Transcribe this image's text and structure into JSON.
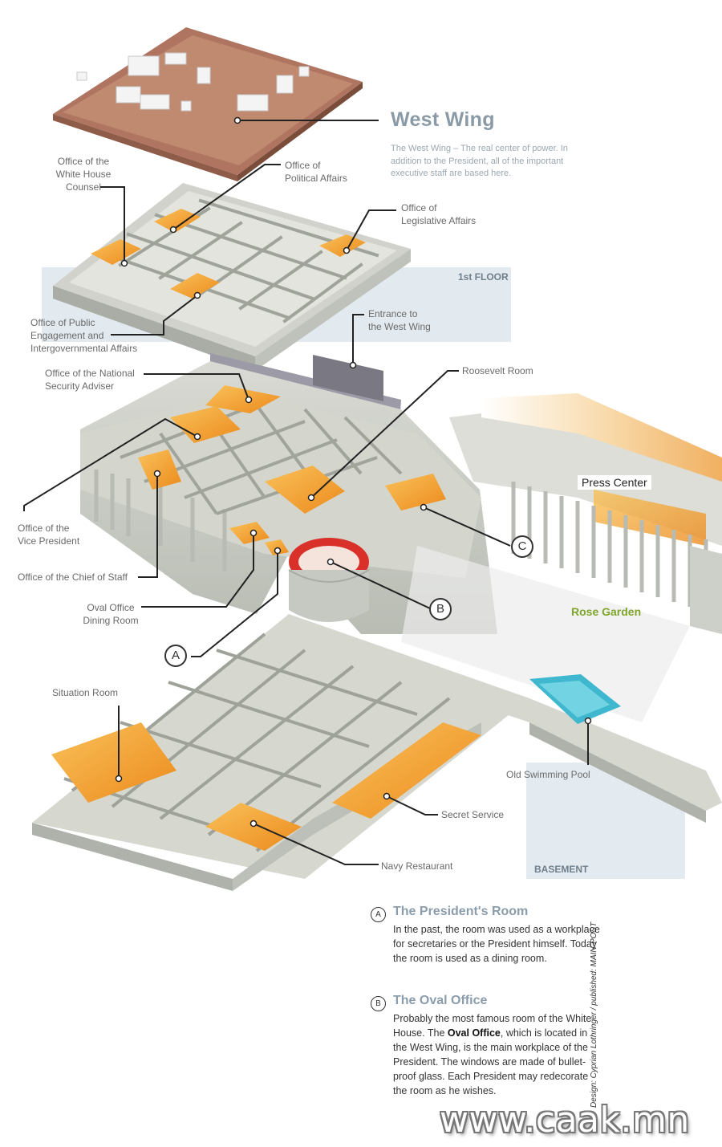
{
  "header": {
    "title": "West Wing",
    "intro": "The West Wing – The real center of power. In addition to the President, all of the important executive staff are based here."
  },
  "floors": {
    "first": "1st FLOOR",
    "basement": "BASEMENT"
  },
  "labels": {
    "counsel": "Office of the\nWhite House\nCounsel",
    "political": "Office of\nPolitical Affairs",
    "legislative": "Office of\nLegislative Affairs",
    "public_engagement": "Office of Public\nEngagement and\nIntergovernmental Affairs",
    "entrance": "Entrance to\nthe West Wing",
    "national_security": "Office of the National\nSecurity Adviser",
    "roosevelt": "Roosevelt Room",
    "vice_president": "Office of the\nVice President",
    "chief_of_staff": "Office of the Chief of Staff",
    "oval_dining": "Oval Office\nDining Room",
    "press_center": "Press Center",
    "rose_garden": "Rose Garden",
    "situation_room": "Situation Room",
    "old_pool": "Old Swimming Pool",
    "secret_service": "Secret Service",
    "navy_restaurant": "Navy Restaurant"
  },
  "markers": {
    "a": "A",
    "b": "B",
    "c": "C"
  },
  "notes": [
    {
      "badge": "A",
      "title": "The President's Room",
      "body": "In the past, the room was used as a workplace for secretaries or the President himself. Today the room is used as a dining room."
    },
    {
      "badge": "B",
      "title": "The Oval Office",
      "body_before": "Probably the most famous room of the White House. The ",
      "body_bold": "Oval Office",
      "body_after": ", which is located in the West Wing, is the main workplace of the President. The windows are made of bullet-proof glass. Each President may redecorate the room as he wishes."
    }
  ],
  "credit": "Design: Cyprian Lothringer / published: MAIN-POST",
  "watermark": "www.caak.mn",
  "colors": {
    "roof": "#b88066",
    "office_orange": "#f2a032",
    "oval_red": "#d9302a",
    "pool_blue": "#3fb8cf",
    "wall": "#c9ccc3",
    "floor_band": "#dfe7ec",
    "title_gray": "#8a9aa6",
    "rose_green": "#7ea52c"
  }
}
